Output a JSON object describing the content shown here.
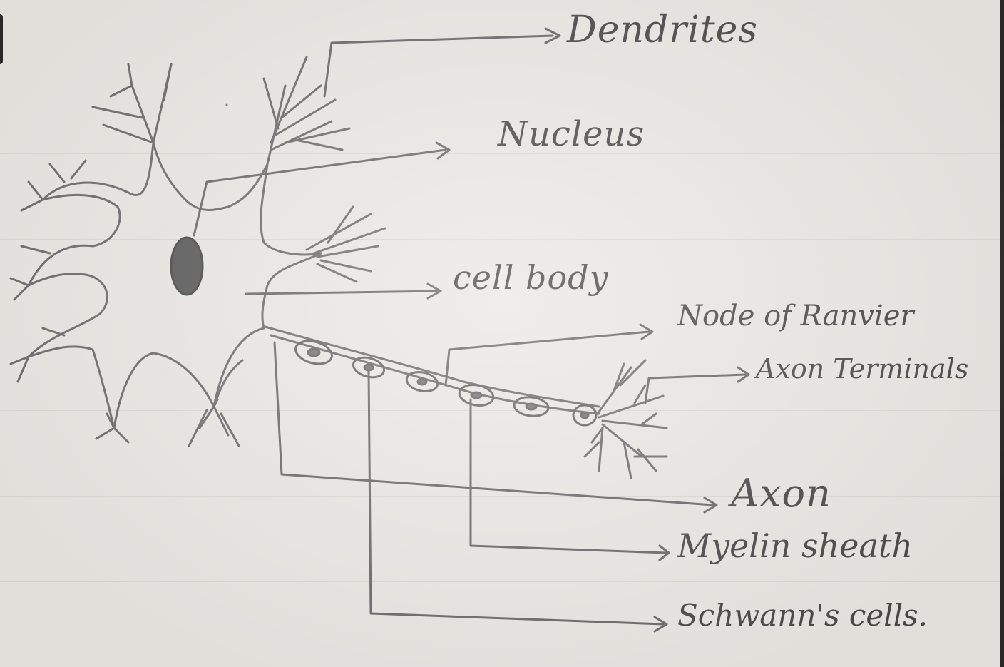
{
  "diagram": {
    "labels": {
      "dendrites": "Dendrites",
      "nucleus": "Nucleus",
      "cell_body": "cell body",
      "node_of_ranvier": "Node of Ranvier",
      "axon_terminals": "Axon Terminals",
      "axon": "Axon",
      "myelin_sheath": "Myelin sheath",
      "schwann_cells": "Schwann's cells."
    },
    "colors": {
      "pencil": "#6e6e6e",
      "nucleus_fill": "#5a5a5a",
      "paper": "#eae8e3"
    }
  }
}
